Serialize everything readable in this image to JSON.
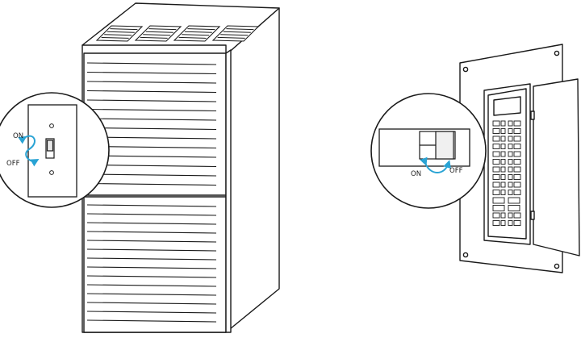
{
  "left_callout": {
    "on_label": "ON",
    "off_label": "OFF"
  },
  "right_callout": {
    "on_label": "ON",
    "off_label": "OFF"
  },
  "colors": {
    "stroke": "#1a1a1a",
    "arrow": "#29a3d4",
    "background": "#ffffff"
  },
  "icons": [
    "curved-arrow-icon",
    "toggle-switch-icon",
    "breaker-switch-icon"
  ]
}
